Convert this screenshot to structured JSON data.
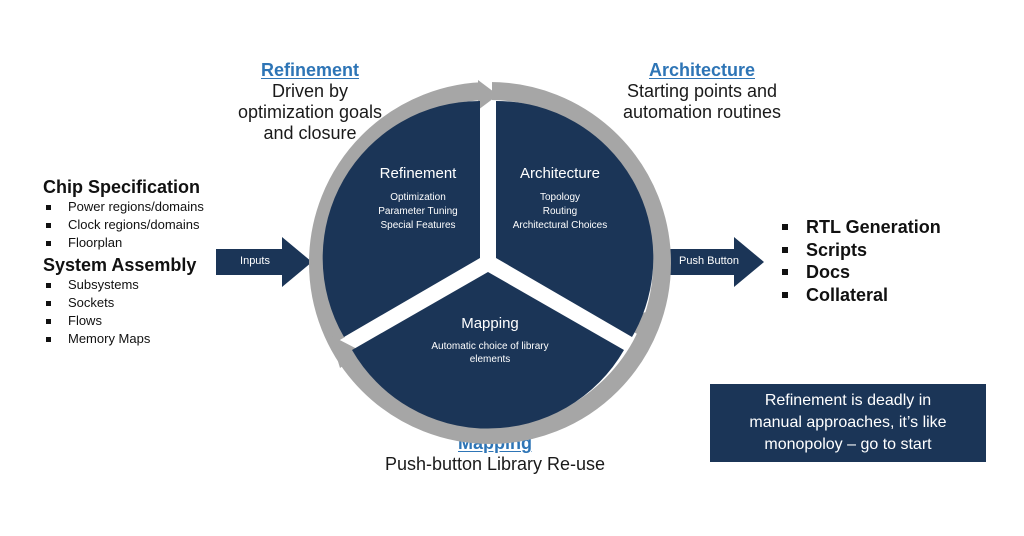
{
  "callouts": {
    "refinement": {
      "head": "Refinement",
      "lines": [
        "Driven by",
        "optimization goals",
        "and closure"
      ]
    },
    "architecture": {
      "head": "Architecture",
      "lines": [
        "Starting points and",
        "automation routines"
      ]
    },
    "mapping": {
      "head": "Mapping",
      "lines": [
        "Push-button Library Re-use"
      ]
    }
  },
  "inputs": {
    "chip_spec": {
      "title": "Chip Specification",
      "items": [
        "Power regions/domains",
        "Clock regions/domains",
        "Floorplan"
      ]
    },
    "system_assembly": {
      "title": "System Assembly",
      "items": [
        "Subsystems",
        "Sockets",
        "Flows",
        "Memory Maps"
      ]
    }
  },
  "arrows": {
    "inputs_label": "Inputs",
    "push_label": "Push Button"
  },
  "cycle": {
    "refinement": {
      "title": "Refinement",
      "items": [
        "Optimization",
        "Parameter Tuning",
        "Special Features"
      ]
    },
    "architecture": {
      "title": "Architecture",
      "items": [
        "Topology",
        "Routing",
        "Architectural Choices"
      ]
    },
    "mapping": {
      "title": "Mapping",
      "items": [
        "Automatic choice of library",
        "elements"
      ]
    }
  },
  "outputs": {
    "items": [
      "RTL Generation",
      "Scripts",
      "Docs",
      "Collateral"
    ]
  },
  "note": {
    "lines": [
      "Refinement is deadly in",
      "manual approaches, it’s like",
      "monopoloy – go to start"
    ]
  },
  "colors": {
    "navy": "#1b3557",
    "ring": "#a6a6a6",
    "link": "#2e75b6"
  }
}
